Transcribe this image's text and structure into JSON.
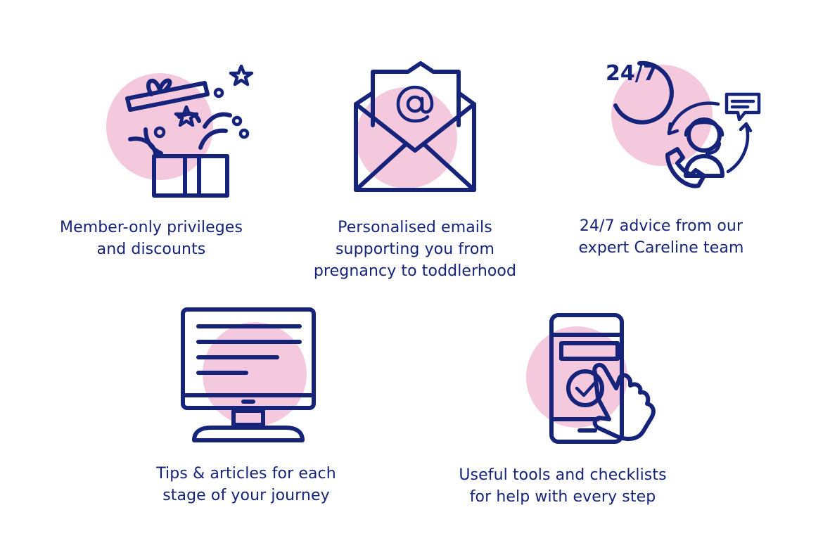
{
  "colors": {
    "navy": "#16237a",
    "pink": "#f5c9dd",
    "background": "#ffffff"
  },
  "benefits": [
    {
      "icon": "gift-box-icon",
      "lines": [
        "Member-only privileges",
        "and discounts"
      ]
    },
    {
      "icon": "email-envelope-icon",
      "lines": [
        "Personalised emails",
        "supporting you from",
        "pregnancy to toddlerhood"
      ]
    },
    {
      "icon": "careline-247-icon",
      "icon_text": "24/7",
      "lines": [
        "24/7 advice from our",
        "expert Careline team"
      ]
    },
    {
      "icon": "monitor-icon",
      "lines": [
        "Tips & articles for each",
        "stage of your journey"
      ]
    },
    {
      "icon": "smartphone-checklist-icon",
      "lines": [
        "Useful tools and checklists",
        "for help with every step"
      ]
    }
  ]
}
